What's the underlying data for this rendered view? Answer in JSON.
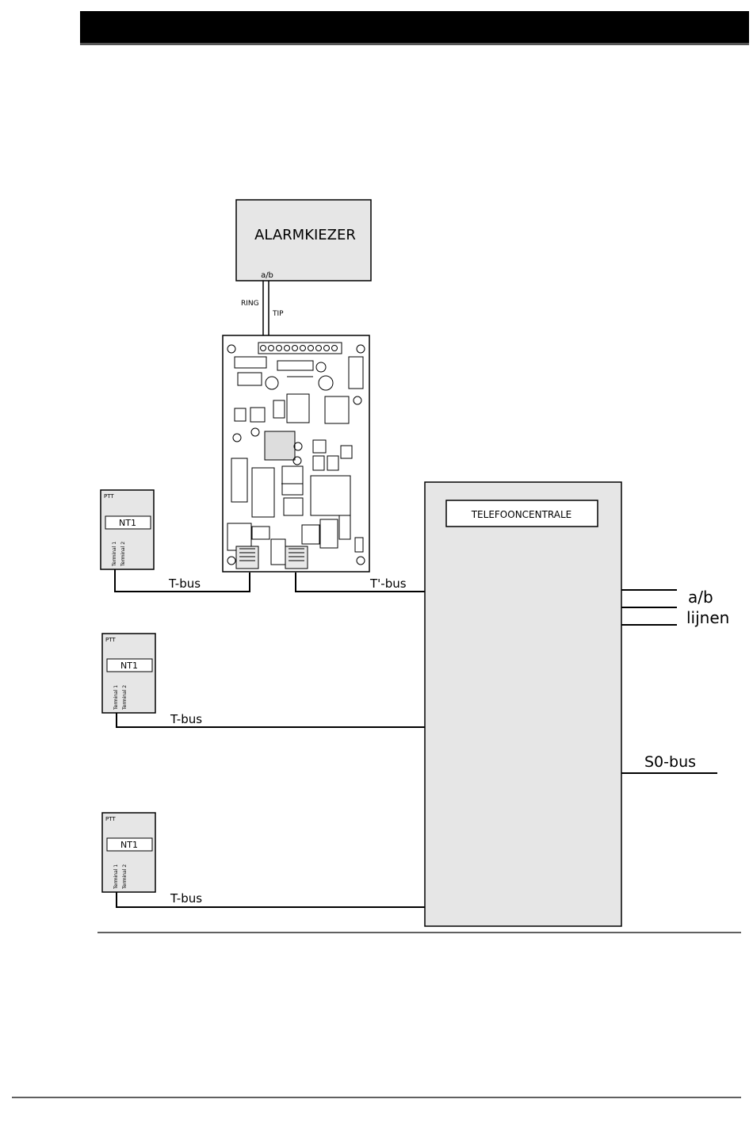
{
  "diagram": {
    "alarm_dialer": {
      "title": "ALARMKIEZER",
      "port": "a/b"
    },
    "wires": {
      "ring": "RING",
      "tip": "TIP"
    },
    "exchange": {
      "title": "TELEFOONCENTRALE"
    },
    "nt_boxes": [
      {
        "brand": "PTT",
        "label": "NT1",
        "terminal_1": "Terminal 1",
        "terminal_2": "Terminal 2",
        "bus": "T-bus"
      },
      {
        "brand": "PTT",
        "label": "NT1",
        "terminal_1": "Terminal 1",
        "terminal_2": "Terminal 2",
        "bus": "T-bus"
      },
      {
        "brand": "PTT",
        "label": "NT1",
        "terminal_1": "Terminal 1",
        "terminal_2": "Terminal 2",
        "bus": "T-bus"
      }
    ],
    "t_prime_bus": "T'-bus",
    "lines_label_1": "a/b",
    "lines_label_2": "lijnen",
    "s0_bus": "S0-bus"
  }
}
